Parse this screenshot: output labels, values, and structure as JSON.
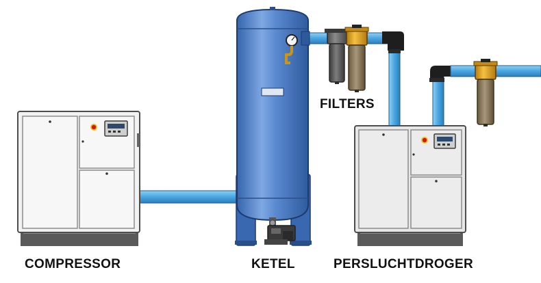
{
  "labels": {
    "compressor": "COMPRESSOR",
    "tank": "KETEL",
    "filters": "FILTERS",
    "dryer": "PERSLUCHTDROGER"
  },
  "colors": {
    "pipe": "#4aa6e0",
    "tank": "#4d7fc8",
    "cabinet": "#f2f2f2",
    "filter_gray": "#6e6e6e",
    "filter_gold": "#e0a31a",
    "indicator_red": "#d01818",
    "base": "#5a5a5a"
  },
  "icons": {
    "pressure_gauge": "pressure-gauge-icon",
    "drain_valve": "drain-valve-icon",
    "status_light": "status-light-icon",
    "control_display": "control-display-icon"
  }
}
